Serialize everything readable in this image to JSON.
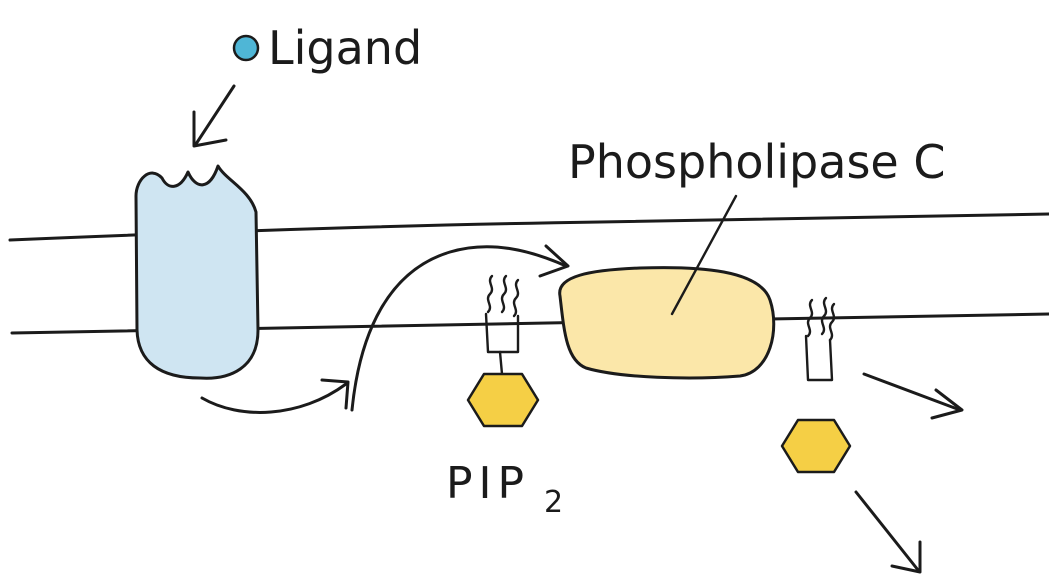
{
  "labels": {
    "ligand": "Ligand",
    "phospholipase": "Phospholipase C",
    "pip": "PIP",
    "pip_sub": "2"
  },
  "colors": {
    "ligand": "#4fb6d6",
    "receptor": "#cfe5f2",
    "enzyme": "#fbe7a9",
    "hexagon": "#f5cf45",
    "ink": "#1b1b1b"
  },
  "icons": {
    "ligand": "circle",
    "receptor": "notched-rounded-rectangle",
    "enzyme": "rounded-blob",
    "head_group": "hexagon",
    "lipid_tail": "wavy-lines",
    "arrow": "curved-arrow"
  }
}
